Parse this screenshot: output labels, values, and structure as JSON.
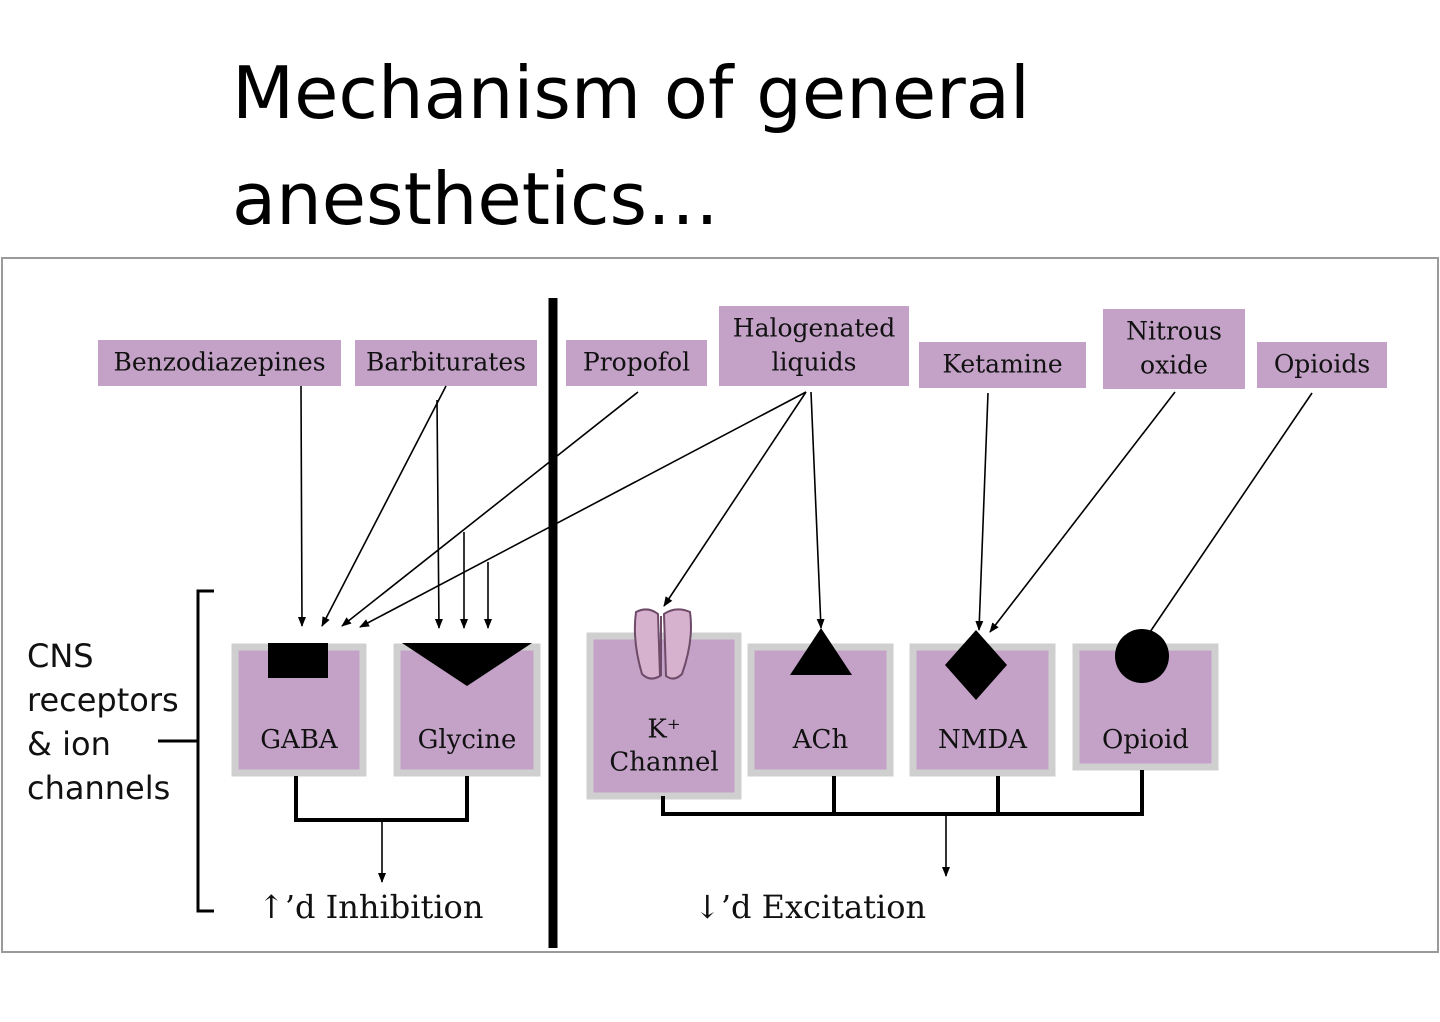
{
  "title": {
    "line1": "Mechanism of general",
    "line2": "anesthetics…"
  },
  "colors": {
    "box": "#c4a2c8",
    "box_border": "#cfcfcf",
    "frame": "#9a9a9a",
    "ink": "#000000",
    "channel": "#d6b2cf"
  },
  "drugs": [
    {
      "id": "benzodiazepines",
      "lines": [
        "Benzodiazepines"
      ]
    },
    {
      "id": "barbiturates",
      "lines": [
        "Barbiturates"
      ]
    },
    {
      "id": "propofol",
      "lines": [
        "Propofol"
      ]
    },
    {
      "id": "halogenated-liquids",
      "lines": [
        "Halogenated",
        "liquids"
      ]
    },
    {
      "id": "ketamine",
      "lines": [
        "Ketamine"
      ]
    },
    {
      "id": "nitrous-oxide",
      "lines": [
        "Nitrous",
        "oxide"
      ]
    },
    {
      "id": "opioids",
      "lines": [
        "Opioids"
      ]
    }
  ],
  "receptors": [
    {
      "id": "gaba",
      "lines": [
        "GABA"
      ],
      "symbol": "rectangle"
    },
    {
      "id": "glycine",
      "lines": [
        "Glycine"
      ],
      "symbol": "inverted-triangle"
    },
    {
      "id": "k-channel",
      "lines": [
        "K⁺",
        "Channel"
      ],
      "symbol": "ion-channel"
    },
    {
      "id": "ach",
      "lines": [
        "ACh"
      ],
      "symbol": "triangle"
    },
    {
      "id": "nmda",
      "lines": [
        "NMDA"
      ],
      "symbol": "diamond"
    },
    {
      "id": "opioid",
      "lines": [
        "Opioid"
      ],
      "symbol": "circle"
    }
  ],
  "side_label": {
    "lines": [
      "CNS",
      "receptors",
      "& ion",
      "channels"
    ]
  },
  "outcomes": {
    "inhibition": "↑’d Inhibition",
    "excitation": "↓’d Excitation"
  }
}
